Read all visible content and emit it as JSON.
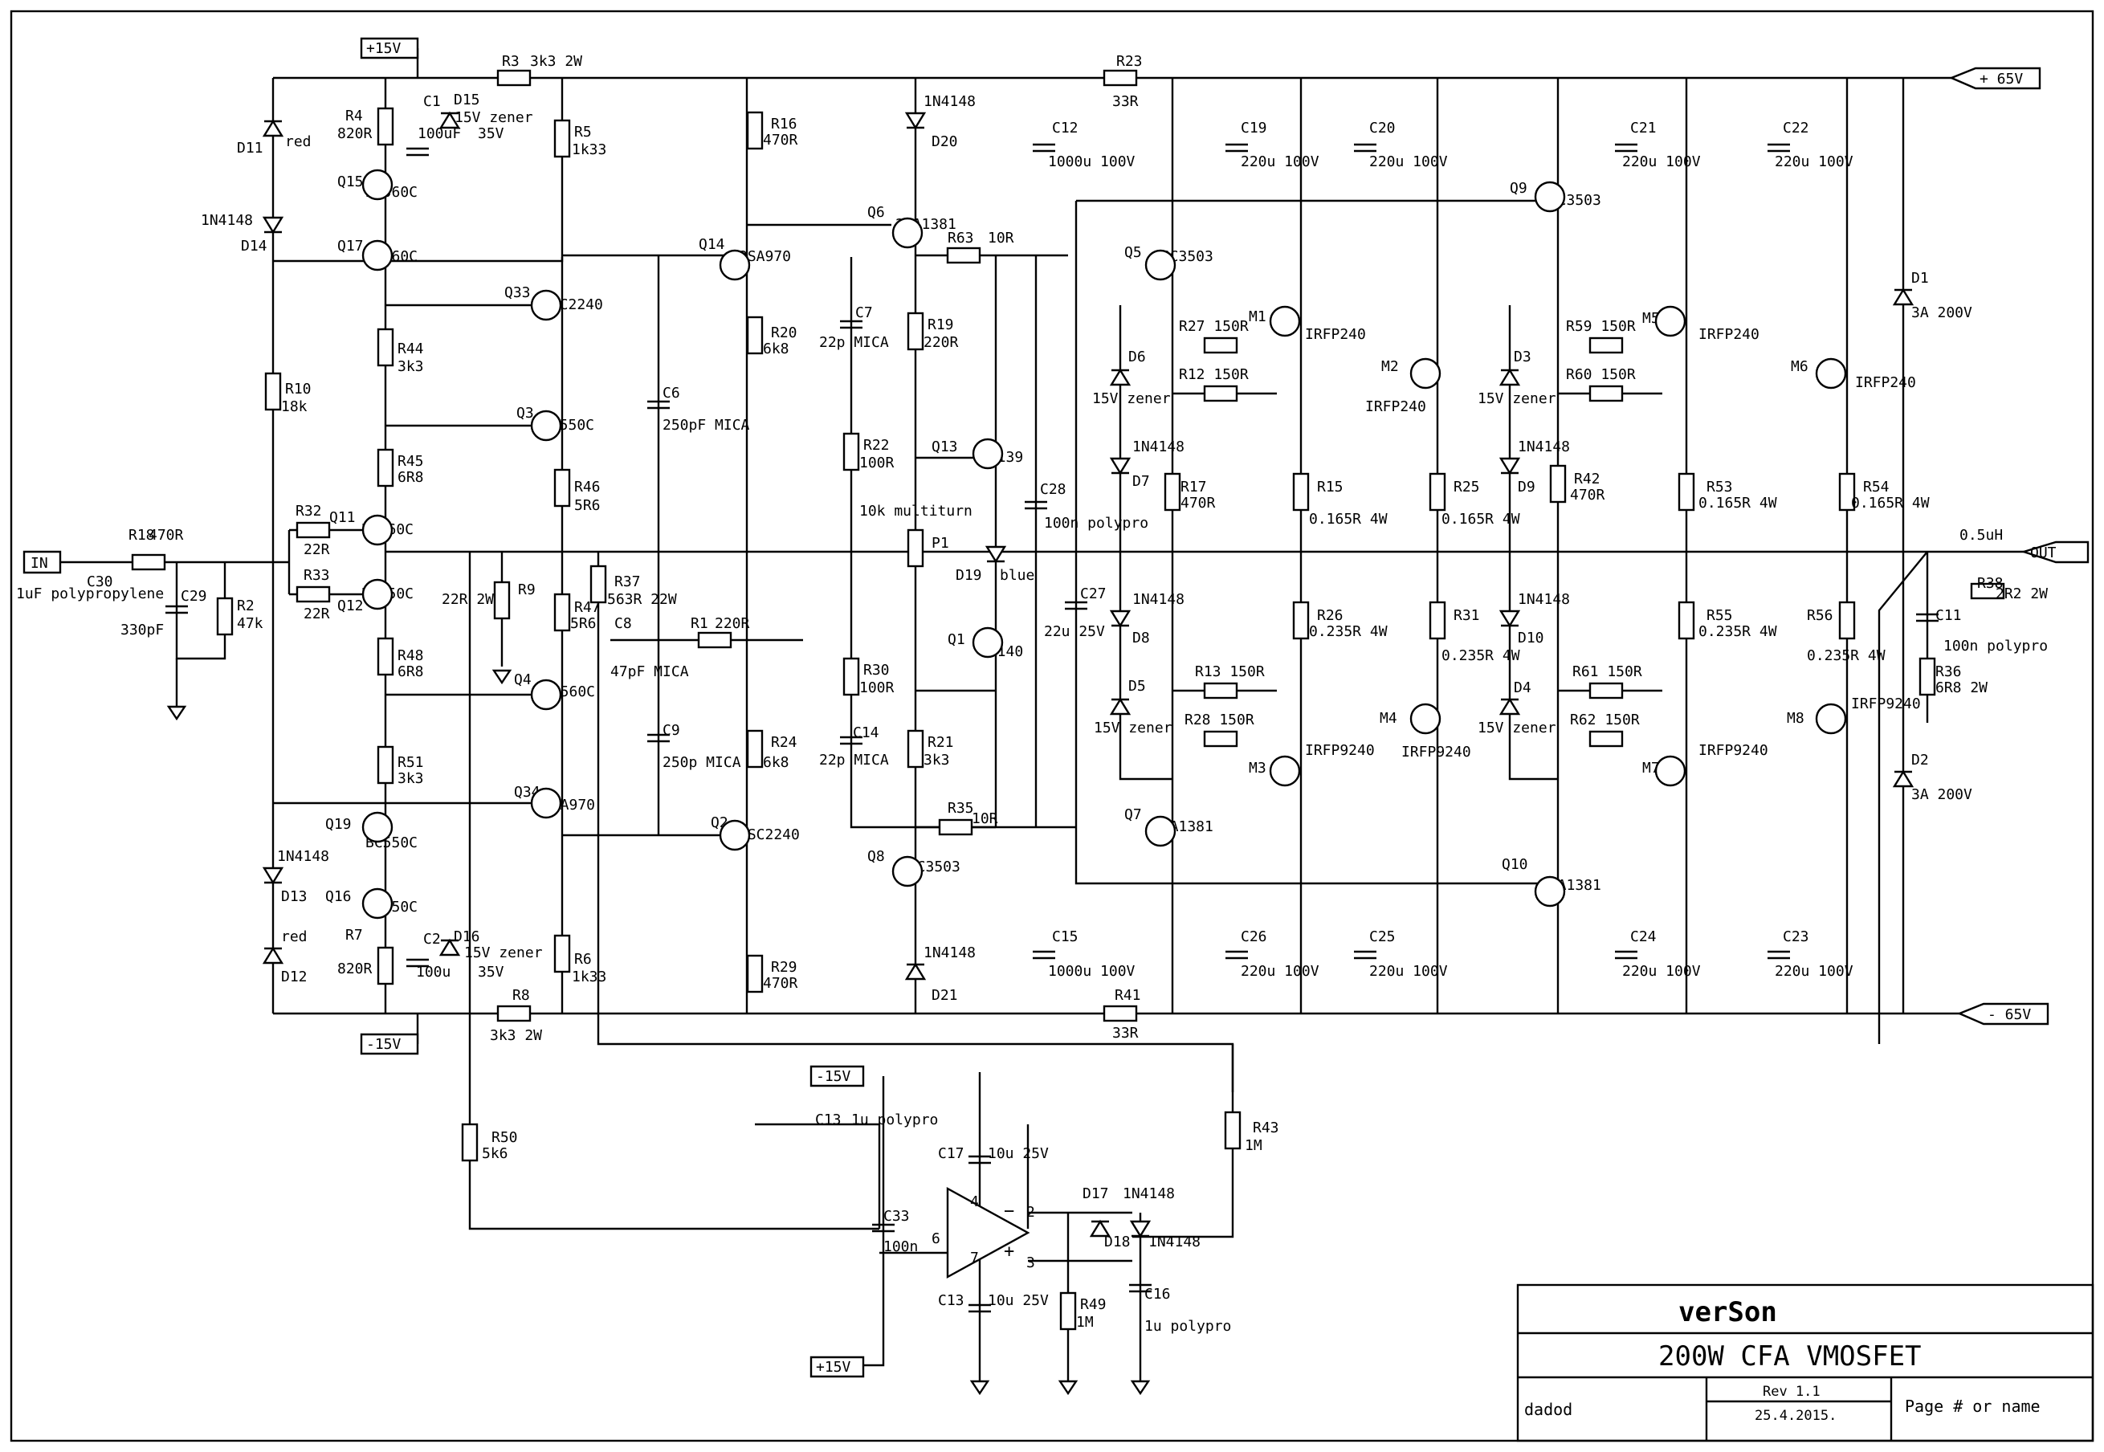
{
  "title_block": {
    "company": "verSon",
    "title": "200W CFA VMOSFET",
    "author": "dadod",
    "rev": "Rev 1.1",
    "date": "25.4.2015.",
    "page": "Page # or name"
  },
  "ports": {
    "in": "IN",
    "out": "OUT",
    "pos15": "+15V",
    "neg15": "-15V",
    "pos15b": "+15V",
    "neg15b": "-15V",
    "pos65": "+ 65V",
    "neg65": "- 65V"
  },
  "labels": [
    {
      "id": "r3",
      "t": "R3"
    },
    {
      "id": "r3v",
      "t": "3k3 2W"
    },
    {
      "id": "r4",
      "t": "R4"
    },
    {
      "id": "r4v",
      "t": "820R"
    },
    {
      "id": "c1",
      "t": "C1"
    },
    {
      "id": "c1v",
      "t": "100uF"
    },
    {
      "id": "d15",
      "t": "D15"
    },
    {
      "id": "d15v",
      "t": "15V zener"
    },
    {
      "id": "d15v2",
      "t": "35V"
    },
    {
      "id": "r5",
      "t": "R5"
    },
    {
      "id": "r5v",
      "t": "1k33"
    },
    {
      "id": "d11",
      "t": "D11"
    },
    {
      "id": "d11v",
      "t": "red"
    },
    {
      "id": "q15",
      "t": "Q15"
    },
    {
      "id": "q15v",
      "t": "BC560C"
    },
    {
      "id": "d14n",
      "t": "1N4148"
    },
    {
      "id": "d14",
      "t": "D14"
    },
    {
      "id": "q17",
      "t": "Q17"
    },
    {
      "id": "q17v",
      "t": "BC560C"
    },
    {
      "id": "q33",
      "t": "Q33"
    },
    {
      "id": "q33v",
      "t": "2SC2240"
    },
    {
      "id": "r44",
      "t": "R44"
    },
    {
      "id": "r44v",
      "t": "3k3"
    },
    {
      "id": "r10",
      "t": "R10"
    },
    {
      "id": "r10v",
      "t": "18k"
    },
    {
      "id": "q3",
      "t": "Q3"
    },
    {
      "id": "q3v",
      "t": "BC550C"
    },
    {
      "id": "r45",
      "t": "R45"
    },
    {
      "id": "r45v",
      "t": "6R8"
    },
    {
      "id": "r46",
      "t": "R46"
    },
    {
      "id": "r46v",
      "t": "5R6"
    },
    {
      "id": "r32",
      "t": "R32"
    },
    {
      "id": "r32v",
      "t": "22R"
    },
    {
      "id": "q11",
      "t": "Q11"
    },
    {
      "id": "q11v",
      "t": "BC560C"
    },
    {
      "id": "r18",
      "t": "R18"
    },
    {
      "id": "r18v",
      "t": "470R"
    },
    {
      "id": "c30",
      "t": "C30"
    },
    {
      "id": "c30v",
      "t": "1uF polypropylene"
    },
    {
      "id": "c29",
      "t": "C29"
    },
    {
      "id": "c29v",
      "t": "330pF"
    },
    {
      "id": "r2",
      "t": "R2"
    },
    {
      "id": "r2v",
      "t": "47k"
    },
    {
      "id": "r33",
      "t": "R33"
    },
    {
      "id": "r33v",
      "t": "22R"
    },
    {
      "id": "q12",
      "t": "Q12"
    },
    {
      "id": "q12v",
      "t": "BC550C"
    },
    {
      "id": "r9",
      "t": "R9"
    },
    {
      "id": "r9v",
      "t": "22R 2W"
    },
    {
      "id": "r37",
      "t": "R37"
    },
    {
      "id": "r37v",
      "t": "563R 22W"
    },
    {
      "id": "r47",
      "t": "R47"
    },
    {
      "id": "r47v",
      "t": "5R6"
    },
    {
      "id": "r48",
      "t": "R48"
    },
    {
      "id": "r48v",
      "t": "6R8"
    },
    {
      "id": "q4",
      "t": "Q4"
    },
    {
      "id": "q4v",
      "t": "BC560C"
    },
    {
      "id": "r51",
      "t": "R51"
    },
    {
      "id": "r51v",
      "t": "3k3"
    },
    {
      "id": "q34",
      "t": "Q34"
    },
    {
      "id": "q34v",
      "t": "2SA970"
    },
    {
      "id": "q19",
      "t": "Q19"
    },
    {
      "id": "q19v",
      "t": "BC550C"
    },
    {
      "id": "d13n",
      "t": "1N4148"
    },
    {
      "id": "d13",
      "t": "D13"
    },
    {
      "id": "q16",
      "t": "Q16"
    },
    {
      "id": "q16v",
      "t": "BC550C"
    },
    {
      "id": "d12v",
      "t": "red"
    },
    {
      "id": "d12",
      "t": "D12"
    },
    {
      "id": "r7",
      "t": "R7"
    },
    {
      "id": "r7v",
      "t": "820R"
    },
    {
      "id": "c2",
      "t": "C2"
    },
    {
      "id": "c2v",
      "t": "100u"
    },
    {
      "id": "d16",
      "t": "D16"
    },
    {
      "id": "d16v",
      "t": "15V zener"
    },
    {
      "id": "d16v2",
      "t": "35V"
    },
    {
      "id": "r6",
      "t": "R6"
    },
    {
      "id": "r6v",
      "t": "1k33"
    },
    {
      "id": "r8",
      "t": "R8"
    },
    {
      "id": "r8v",
      "t": "3k3 2W"
    },
    {
      "id": "c6",
      "t": "C6"
    },
    {
      "id": "c6v",
      "t": "250pF MICA"
    },
    {
      "id": "c8",
      "t": "C8"
    },
    {
      "id": "c8v",
      "t": "47pF MICA"
    },
    {
      "id": "r1",
      "t": "R1"
    },
    {
      "id": "r1v",
      "t": "220R"
    },
    {
      "id": "c9",
      "t": "C9"
    },
    {
      "id": "c9v",
      "t": "250p MICA"
    },
    {
      "id": "r16",
      "t": "R16"
    },
    {
      "id": "r16v",
      "t": "470R"
    },
    {
      "id": "q14",
      "t": "Q14"
    },
    {
      "id": "q14v",
      "t": "2SA970"
    },
    {
      "id": "r20",
      "t": "R20"
    },
    {
      "id": "r20v",
      "t": "6k8"
    },
    {
      "id": "r24",
      "t": "R24"
    },
    {
      "id": "r24v",
      "t": "6k8"
    },
    {
      "id": "q2",
      "t": "Q2"
    },
    {
      "id": "q2v",
      "t": "2SC2240"
    },
    {
      "id": "r29",
      "t": "R29"
    },
    {
      "id": "r29v",
      "t": "470R"
    },
    {
      "id": "d20n",
      "t": "1N4148"
    },
    {
      "id": "d20",
      "t": "D20"
    },
    {
      "id": "q6",
      "t": "Q6"
    },
    {
      "id": "q6v",
      "t": "2SA1381"
    },
    {
      "id": "r63",
      "t": "R63"
    },
    {
      "id": "r63v",
      "t": "10R"
    },
    {
      "id": "c7",
      "t": "C7"
    },
    {
      "id": "c7v",
      "t": "22p MICA"
    },
    {
      "id": "r19",
      "t": "R19"
    },
    {
      "id": "r19v",
      "t": "220R"
    },
    {
      "id": "r22",
      "t": "R22"
    },
    {
      "id": "r22v",
      "t": "100R"
    },
    {
      "id": "q13",
      "t": "Q13"
    },
    {
      "id": "q13v",
      "t": "BD139"
    },
    {
      "id": "p1t",
      "t": "10k multiturn"
    },
    {
      "id": "p1",
      "t": "P1"
    },
    {
      "id": "d19",
      "t": "D19"
    },
    {
      "id": "d19v",
      "t": "blue"
    },
    {
      "id": "q1",
      "t": "Q1"
    },
    {
      "id": "q1v",
      "t": "BD140"
    },
    {
      "id": "r30",
      "t": "R30"
    },
    {
      "id": "r30v",
      "t": "100R"
    },
    {
      "id": "c14",
      "t": "C14"
    },
    {
      "id": "c14v",
      "t": "22p MICA"
    },
    {
      "id": "r21",
      "t": "R21"
    },
    {
      "id": "r21v",
      "t": "3k3"
    },
    {
      "id": "r35",
      "t": "R35"
    },
    {
      "id": "r35v",
      "t": "10R"
    },
    {
      "id": "q8",
      "t": "Q8"
    },
    {
      "id": "q8v",
      "t": "2SC3503"
    },
    {
      "id": "d21n",
      "t": "1N4148"
    },
    {
      "id": "d21",
      "t": "D21"
    },
    {
      "id": "c12",
      "t": "C12"
    },
    {
      "id": "c12v",
      "t": "1000u 100V"
    },
    {
      "id": "r23",
      "t": "R23"
    },
    {
      "id": "r23v",
      "t": "33R"
    },
    {
      "id": "c28",
      "t": "C28"
    },
    {
      "id": "c28v",
      "t": "100n polypro"
    },
    {
      "id": "c27",
      "t": "C27"
    },
    {
      "id": "c27v",
      "t": "22u 25V"
    },
    {
      "id": "c15",
      "t": "C15"
    },
    {
      "id": "c15v",
      "t": "1000u 100V"
    },
    {
      "id": "r41",
      "t": "R41"
    },
    {
      "id": "r41v",
      "t": "33R"
    },
    {
      "id": "q5",
      "t": "Q5"
    },
    {
      "id": "q5v",
      "t": "2SC3503"
    },
    {
      "id": "d6",
      "t": "D6"
    },
    {
      "id": "d6v",
      "t": "15V zener"
    },
    {
      "id": "d7n",
      "t": "1N4148"
    },
    {
      "id": "d7",
      "t": "D7"
    },
    {
      "id": "r17",
      "t": "R17"
    },
    {
      "id": "r17v",
      "t": "470R"
    },
    {
      "id": "d8n",
      "t": "1N4148"
    },
    {
      "id": "d8",
      "t": "D8"
    },
    {
      "id": "d5",
      "t": "D5"
    },
    {
      "id": "d5v",
      "t": "15V zener"
    },
    {
      "id": "q7",
      "t": "Q7"
    },
    {
      "id": "q7v",
      "t": "2SA1381"
    },
    {
      "id": "c19",
      "t": "C19"
    },
    {
      "id": "c19v",
      "t": "220u 100V"
    },
    {
      "id": "c20",
      "t": "C20"
    },
    {
      "id": "c20v",
      "t": "220u 100V"
    },
    {
      "id": "m1",
      "t": "M1"
    },
    {
      "id": "m1v",
      "t": "IRFP240"
    },
    {
      "id": "r27",
      "t": "R27 150R"
    },
    {
      "id": "r12",
      "t": "R12  150R"
    },
    {
      "id": "m2",
      "t": "M2"
    },
    {
      "id": "m2v",
      "t": "IRFP240"
    },
    {
      "id": "r15",
      "t": "R15"
    },
    {
      "id": "r15v",
      "t": "0.165R 4W"
    },
    {
      "id": "r25",
      "t": "R25"
    },
    {
      "id": "r25v",
      "t": "0.165R 4W"
    },
    {
      "id": "r26",
      "t": "R26"
    },
    {
      "id": "r26v",
      "t": "0.235R 4W"
    },
    {
      "id": "r31",
      "t": "R31"
    },
    {
      "id": "r31v",
      "t": "0.235R 4W"
    },
    {
      "id": "r13",
      "t": "R13 150R"
    },
    {
      "id": "r28",
      "t": "R28 150R"
    },
    {
      "id": "m4",
      "t": "M4"
    },
    {
      "id": "m4v",
      "t": "IRFP9240"
    },
    {
      "id": "m3",
      "t": "M3"
    },
    {
      "id": "m3v",
      "t": "IRFP9240"
    },
    {
      "id": "c26",
      "t": "C26"
    },
    {
      "id": "c26v",
      "t": "220u 100V"
    },
    {
      "id": "c25",
      "t": "C25"
    },
    {
      "id": "c25v",
      "t": "220u 100V"
    },
    {
      "id": "q9",
      "t": "Q9"
    },
    {
      "id": "q9v",
      "t": "2SC3503"
    },
    {
      "id": "c21",
      "t": "C21"
    },
    {
      "id": "c21v",
      "t": "220u 100V"
    },
    {
      "id": "c22",
      "t": "C22"
    },
    {
      "id": "c22v",
      "t": "220u 100V"
    },
    {
      "id": "d3",
      "t": "D3"
    },
    {
      "id": "d3v",
      "t": "15V zener"
    },
    {
      "id": "r59",
      "t": "R59 150R"
    },
    {
      "id": "m5",
      "t": "M5"
    },
    {
      "id": "m5v",
      "t": "IRFP240"
    },
    {
      "id": "r60",
      "t": "R60 150R"
    },
    {
      "id": "m6",
      "t": "M6"
    },
    {
      "id": "m6v",
      "t": "IRFP240"
    },
    {
      "id": "d9n",
      "t": "1N4148"
    },
    {
      "id": "d9",
      "t": "D9"
    },
    {
      "id": "r42",
      "t": "R42"
    },
    {
      "id": "r42v",
      "t": "470R"
    },
    {
      "id": "r53",
      "t": "R53"
    },
    {
      "id": "r53v",
      "t": "0.165R 4W"
    },
    {
      "id": "r54",
      "t": "R54"
    },
    {
      "id": "r54v",
      "t": "0.165R 4W"
    },
    {
      "id": "d10n",
      "t": "1N4148"
    },
    {
      "id": "d10",
      "t": "D10"
    },
    {
      "id": "r55",
      "t": "R55"
    },
    {
      "id": "r55v",
      "t": "0.235R 4W"
    },
    {
      "id": "r56",
      "t": "R56"
    },
    {
      "id": "r56v",
      "t": "0.235R 4W"
    },
    {
      "id": "d4",
      "t": "D4"
    },
    {
      "id": "d4v",
      "t": "15V zener"
    },
    {
      "id": "r61",
      "t": "R61 150R"
    },
    {
      "id": "r62",
      "t": "R62  150R"
    },
    {
      "id": "m7",
      "t": "M7"
    },
    {
      "id": "m7v",
      "t": "IRFP9240"
    },
    {
      "id": "m8",
      "t": "M8"
    },
    {
      "id": "m8v",
      "t": "IRFP9240"
    },
    {
      "id": "q10",
      "t": "Q10"
    },
    {
      "id": "q10v",
      "t": "2SA1381"
    },
    {
      "id": "c24",
      "t": "C24"
    },
    {
      "id": "c24v",
      "t": "220u 100V"
    },
    {
      "id": "c23",
      "t": "C23"
    },
    {
      "id": "c23v",
      "t": "220u 100V"
    },
    {
      "id": "d1",
      "t": "D1"
    },
    {
      "id": "d1v",
      "t": "3A 200V"
    },
    {
      "id": "d2",
      "t": "D2"
    },
    {
      "id": "d2v",
      "t": "3A 200V"
    },
    {
      "id": "l1",
      "t": "0.5uH"
    },
    {
      "id": "r38",
      "t": "R38"
    },
    {
      "id": "r38v",
      "t": "2R2 2W"
    },
    {
      "id": "c11",
      "t": "C11"
    },
    {
      "id": "c11v",
      "t": "100n polypro"
    },
    {
      "id": "r36",
      "t": "R36"
    },
    {
      "id": "r36v",
      "t": "6R8 2W"
    },
    {
      "id": "r50",
      "t": "R50"
    },
    {
      "id": "r50v",
      "t": "5k6"
    },
    {
      "id": "c13t",
      "t": "C13"
    },
    {
      "id": "c13tv",
      "t": "1u polypro"
    },
    {
      "id": "c17",
      "t": "C17"
    },
    {
      "id": "c17v",
      "t": "10u 25V"
    },
    {
      "id": "c33",
      "t": "C33"
    },
    {
      "id": "c33v",
      "t": "100n"
    },
    {
      "id": "c13b",
      "t": "C13"
    },
    {
      "id": "c13bv",
      "t": "10u 25V"
    },
    {
      "id": "pin4",
      "t": "4"
    },
    {
      "id": "pin2",
      "t": "2"
    },
    {
      "id": "pin6",
      "t": "6"
    },
    {
      "id": "pin7",
      "t": "7"
    },
    {
      "id": "pin3",
      "t": "3"
    },
    {
      "id": "d17",
      "t": "D17"
    },
    {
      "id": "d17n",
      "t": "1N4148"
    },
    {
      "id": "d18",
      "t": "D18"
    },
    {
      "id": "d18n",
      "t": "1N4148"
    },
    {
      "id": "r43",
      "t": "R43"
    },
    {
      "id": "r43v",
      "t": "1M"
    },
    {
      "id": "r49",
      "t": "R49"
    },
    {
      "id": "r49v",
      "t": "1M"
    },
    {
      "id": "c16",
      "t": "C16"
    },
    {
      "id": "c16v",
      "t": "1u polypro"
    }
  ]
}
